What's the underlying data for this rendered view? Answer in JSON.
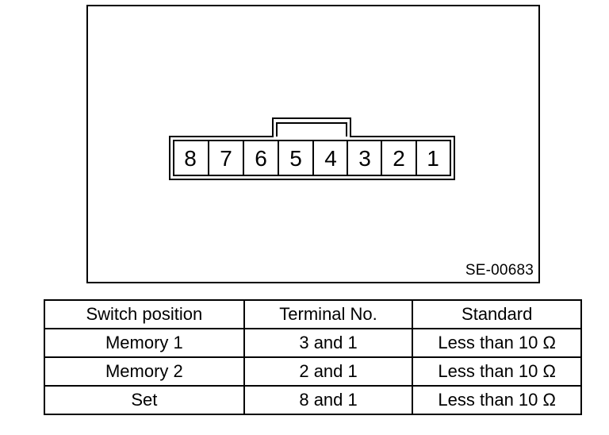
{
  "figure": {
    "connector_terminals": [
      "8",
      "7",
      "6",
      "5",
      "4",
      "3",
      "2",
      "1"
    ],
    "figure_id": "SE-00683"
  },
  "table": {
    "headers": [
      "Switch position",
      "Terminal No.",
      "Standard"
    ],
    "rows": [
      [
        "Memory 1",
        "3 and 1",
        "Less than 10 Ω"
      ],
      [
        "Memory 2",
        "2 and 1",
        "Less than 10 Ω"
      ],
      [
        "Set",
        "8 and 1",
        "Less than 10 Ω"
      ]
    ]
  }
}
